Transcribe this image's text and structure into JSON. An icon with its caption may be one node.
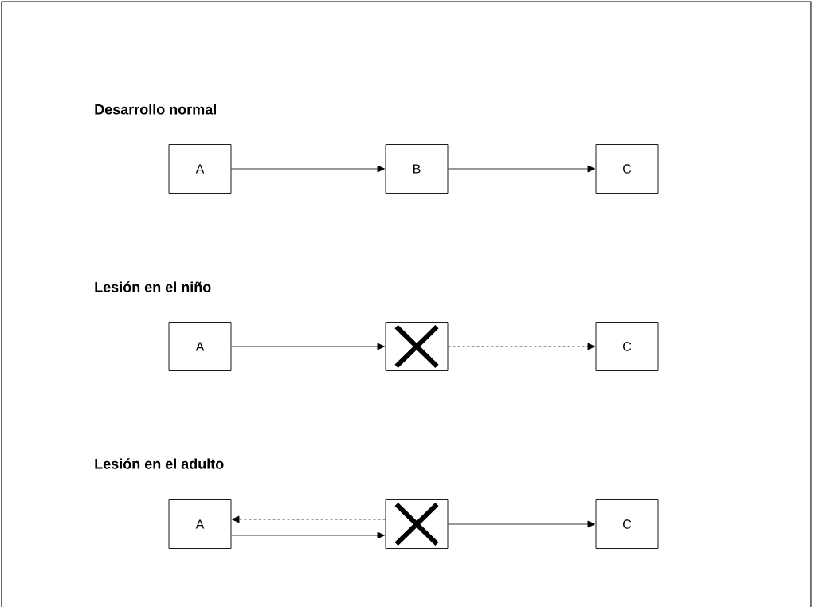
{
  "diagram": {
    "nodes": [
      {
        "text": [
          "A"
        ]
      },
      {
        "text": [
          "B"
        ]
      },
      {
        "text": [
          "C"
        ]
      },
      {
        "text": [
          "A"
        ]
      },
      {
        "text": [],
        "shape": "box"
      },
      {
        "text": [
          "C"
        ]
      },
      {
        "text": [
          "A"
        ]
      },
      {
        "text": [],
        "shape": "box"
      },
      {
        "text": [
          "C"
        ]
      }
    ],
    "edges": [
      {
        "from": 0,
        "to": 1,
        "arrow": "to"
      },
      {
        "from": 1,
        "to": 2,
        "arrow": "to"
      },
      {
        "from": 3,
        "to": 4,
        "arrow": "to"
      },
      {
        "from": 4,
        "to": 5,
        "arrow": "to",
        "style": "dashed"
      },
      {
        "from": 6,
        "to": 7,
        "arrow": "to"
      },
      {
        "from": 7,
        "to": 6,
        "arrow": "to",
        "style": "dashed"
      },
      {
        "from": 7,
        "to": 8,
        "arrow": "to"
      }
    ],
    "labels": [
      "Desarrollo normal",
      "Lesión en el niño",
      "Lesión en el adulto"
    ]
  }
}
